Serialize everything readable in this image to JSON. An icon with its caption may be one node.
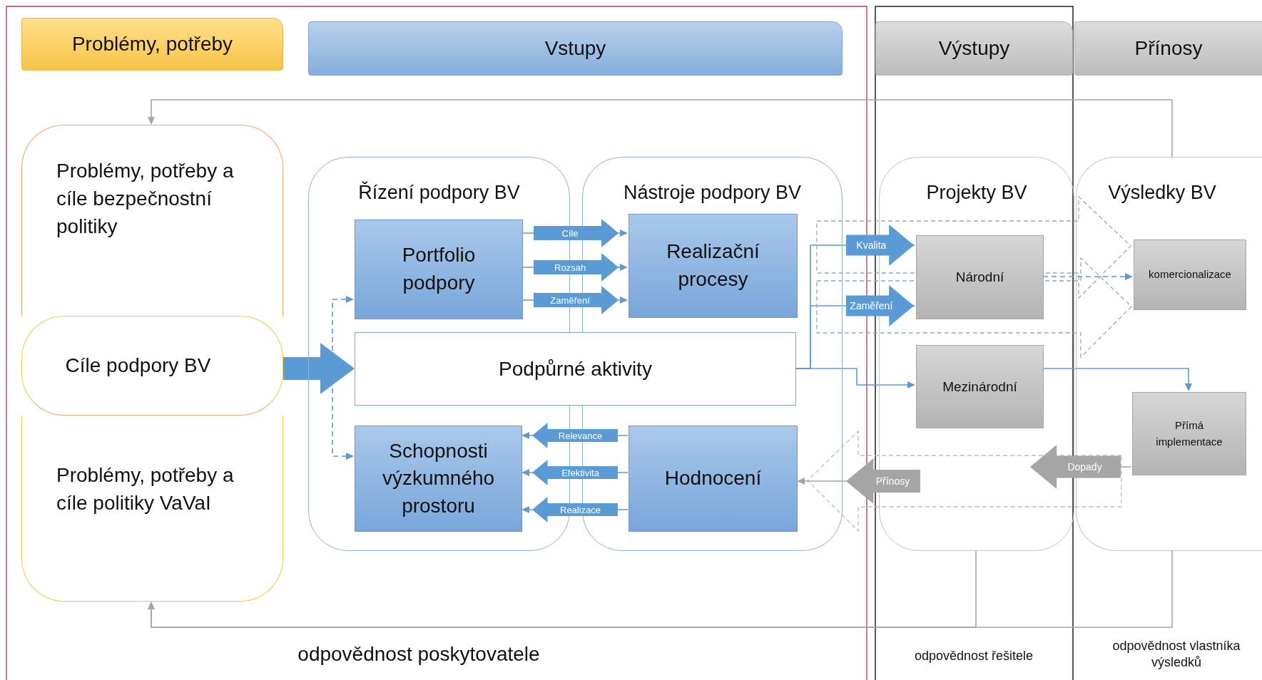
{
  "diagram": {
    "nodes": [
      {
        "text": [
          "Problémy, potřeby"
        ]
      },
      {
        "text": [
          "Vstupy"
        ]
      },
      {
        "text": [
          "Výstupy"
        ]
      },
      {
        "text": [
          "Přínosy"
        ]
      },
      {
        "text": [
          "Problémy, potřeby a cíle bezpečnostní politiky"
        ]
      },
      {
        "text": [
          "Cíle podpory BV"
        ]
      },
      {
        "text": [
          "Problémy, potřeby a cíle politiky VaVaI"
        ]
      },
      {
        "text": [
          "Řízení podpory BV"
        ]
      },
      {
        "text": [
          "Portfolio podpory"
        ],
        "in": 7
      },
      {
        "text": [
          "Schopnosti výzkumného prostoru"
        ],
        "in": 7
      },
      {
        "text": [
          "Nástroje podpory BV"
        ]
      },
      {
        "text": [
          "Realizační procesy"
        ],
        "in": 10
      },
      {
        "text": [
          "Hodnocení"
        ],
        "in": 10
      },
      {
        "text": [
          "Podpůrné aktivity"
        ]
      },
      {
        "text": [
          "Projekty BV"
        ]
      },
      {
        "text": [
          "Národní"
        ],
        "in": 14
      },
      {
        "text": [
          "Mezinárodní"
        ],
        "in": 14
      },
      {
        "text": [
          "Výsledky BV"
        ]
      },
      {
        "text": [
          "komercionalizace"
        ],
        "in": 17
      },
      {
        "text": [
          "Přímá implementace"
        ],
        "in": 17
      }
    ],
    "edges": [
      {
        "from": 5,
        "to": 13,
        "arrow": "to",
        "style": "thick"
      },
      {
        "from": 8,
        "to": 11,
        "arrow": "to",
        "label": "Cíle"
      },
      {
        "from": 8,
        "to": 11,
        "arrow": "to",
        "label": "Rozsah"
      },
      {
        "from": 8,
        "to": 11,
        "arrow": "to",
        "label": "Zaměření"
      },
      {
        "from": 12,
        "to": 9,
        "arrow": "to",
        "label": "Relevance"
      },
      {
        "from": 12,
        "to": 9,
        "arrow": "to",
        "label": "Efektivita"
      },
      {
        "from": 12,
        "to": 9,
        "arrow": "to",
        "label": "Realizace"
      },
      {
        "from": 8,
        "to": 9,
        "arrow": "both",
        "style": "dashed"
      },
      {
        "from": 13,
        "to": 15,
        "arrow": "to",
        "label": "Kvalita"
      },
      {
        "from": 13,
        "to": 15,
        "arrow": "to",
        "label": "Zaměření"
      },
      {
        "from": 13,
        "to": 16,
        "arrow": "to"
      },
      {
        "from": 16,
        "to": 19,
        "arrow": "to"
      },
      {
        "from": 15,
        "to": 18,
        "arrow": "to",
        "style": "dashed"
      },
      {
        "from": 19,
        "to": null,
        "arrow": "to",
        "label": "Dopady",
        "color": "#a5a5a5"
      },
      {
        "from": null,
        "to": 12,
        "arrow": "to",
        "label": "Přínosy",
        "color": "#a5a5a5"
      },
      {
        "from": 17,
        "to": 4,
        "arrow": "to",
        "color": "#a5a5a5"
      },
      {
        "from": 14,
        "to": 6,
        "arrow": "to",
        "color": "#a5a5a5"
      },
      {
        "from": 17,
        "to": 6,
        "arrow": "to",
        "color": "#a5a5a5"
      }
    ],
    "labels": [
      "odpovědnost poskytovatele",
      "odpovědnost řešitele",
      "odpovědnost vlastníka výsledků"
    ]
  }
}
